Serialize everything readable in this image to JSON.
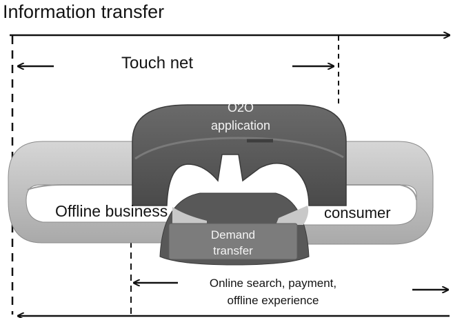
{
  "title": "Information transfer",
  "labels": {
    "touch_net": "Touch net",
    "o2o_line1": "O2O",
    "o2o_line2": "application",
    "offline_business": "Offline business",
    "consumer": "consumer",
    "demand_line1": "Demand",
    "demand_line2": "transfer",
    "online_line1": "Online search, payment,",
    "online_line2": "offline experience"
  },
  "colors": {
    "dark_link": "#5a5a5a",
    "light_link": "#bdbdbd",
    "demand_box": "#7c7c7c",
    "line": "#111111"
  }
}
